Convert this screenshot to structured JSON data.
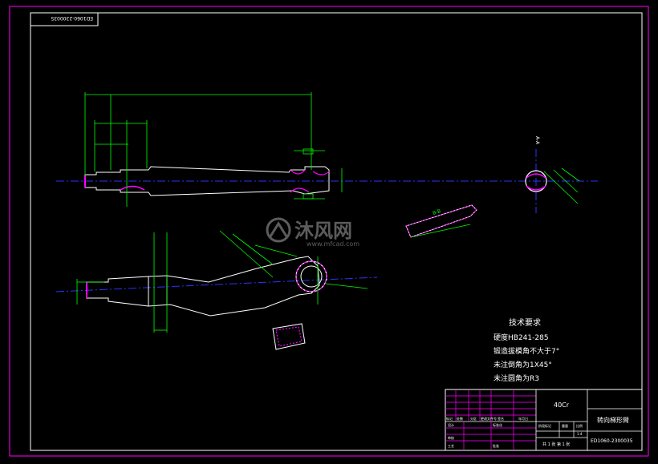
{
  "drawing_number_box": {
    "text": "ED1060-2300035"
  },
  "section_label": {
    "text": "A-A"
  },
  "section_label_b": {
    "text": "B-B"
  },
  "watermark": {
    "brand": "沐风网",
    "url": "www.mfcad.com"
  },
  "tech_requirements": {
    "title": "技术要求",
    "lines": [
      "硬度HB241-285",
      "锻造拔模角不大于7°",
      "未注倒角为1X45°",
      "未注圆角为R3"
    ]
  },
  "title_block": {
    "material": "40Cr",
    "part_name": "转向梯形臂",
    "drawing_number": "ED1060-2300035",
    "sheet_info": "共 1 张 第 1 张",
    "scale_label": "比例",
    "weight_label": "重量",
    "stage_label": "阶段标记",
    "scale_value": "1:4",
    "row_labels": [
      "标记",
      "处数",
      "分区",
      "更改文件号",
      "签名",
      "年月日"
    ],
    "design_label": "设计",
    "standard_label": "标准化",
    "review_label": "审核",
    "process_label": "工艺",
    "approve_label": "批准"
  },
  "colors": {
    "frame": "#ff00ff",
    "outline": "#ffffff",
    "dimension": "#00ff00",
    "centerline": "#3030ff"
  }
}
